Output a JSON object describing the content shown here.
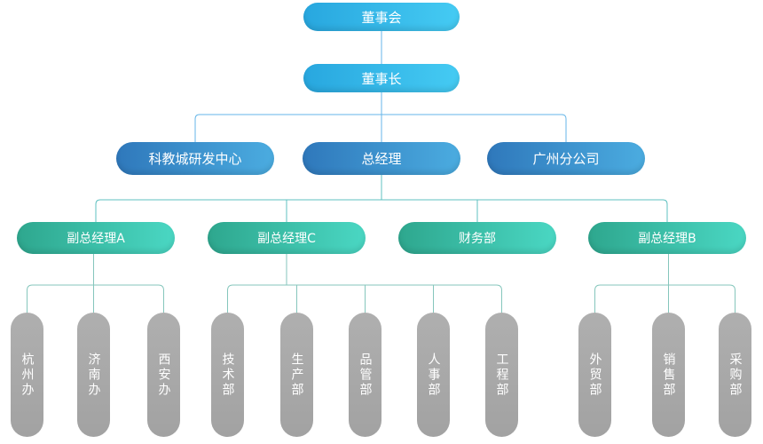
{
  "org": {
    "board": "董事会",
    "chairman": "董事长",
    "rd_center": "科教城研发中心",
    "general_manager": "总经理",
    "guangzhou_branch": "广州分公司",
    "deputy_a": "副总经理A",
    "deputy_c": "副总经理C",
    "finance_dept": "财务部",
    "deputy_b": "副总经理B",
    "deputy_a_children": [
      "杭州办",
      "济南办",
      "西安办"
    ],
    "deputy_c_children": [
      "技术部",
      "生产部",
      "品管部",
      "人事部",
      "工程部"
    ],
    "deputy_b_children": [
      "外贸部",
      "销售部",
      "采购部"
    ]
  },
  "colors": {
    "level12_start": "#28A7DF",
    "level12_end": "#45CBF3",
    "level3_start": "#2F78BB",
    "level3_end": "#4BACE0",
    "level4_start": "#2EA78E",
    "level4_end": "#4AD7C3",
    "leaf_start": "#AFAFAF",
    "leaf_end": "#A2A2A2",
    "line_blue": "#66B6E8",
    "line_teal": "#5FC0C0",
    "line_teal_soft": "#85C6BC"
  }
}
